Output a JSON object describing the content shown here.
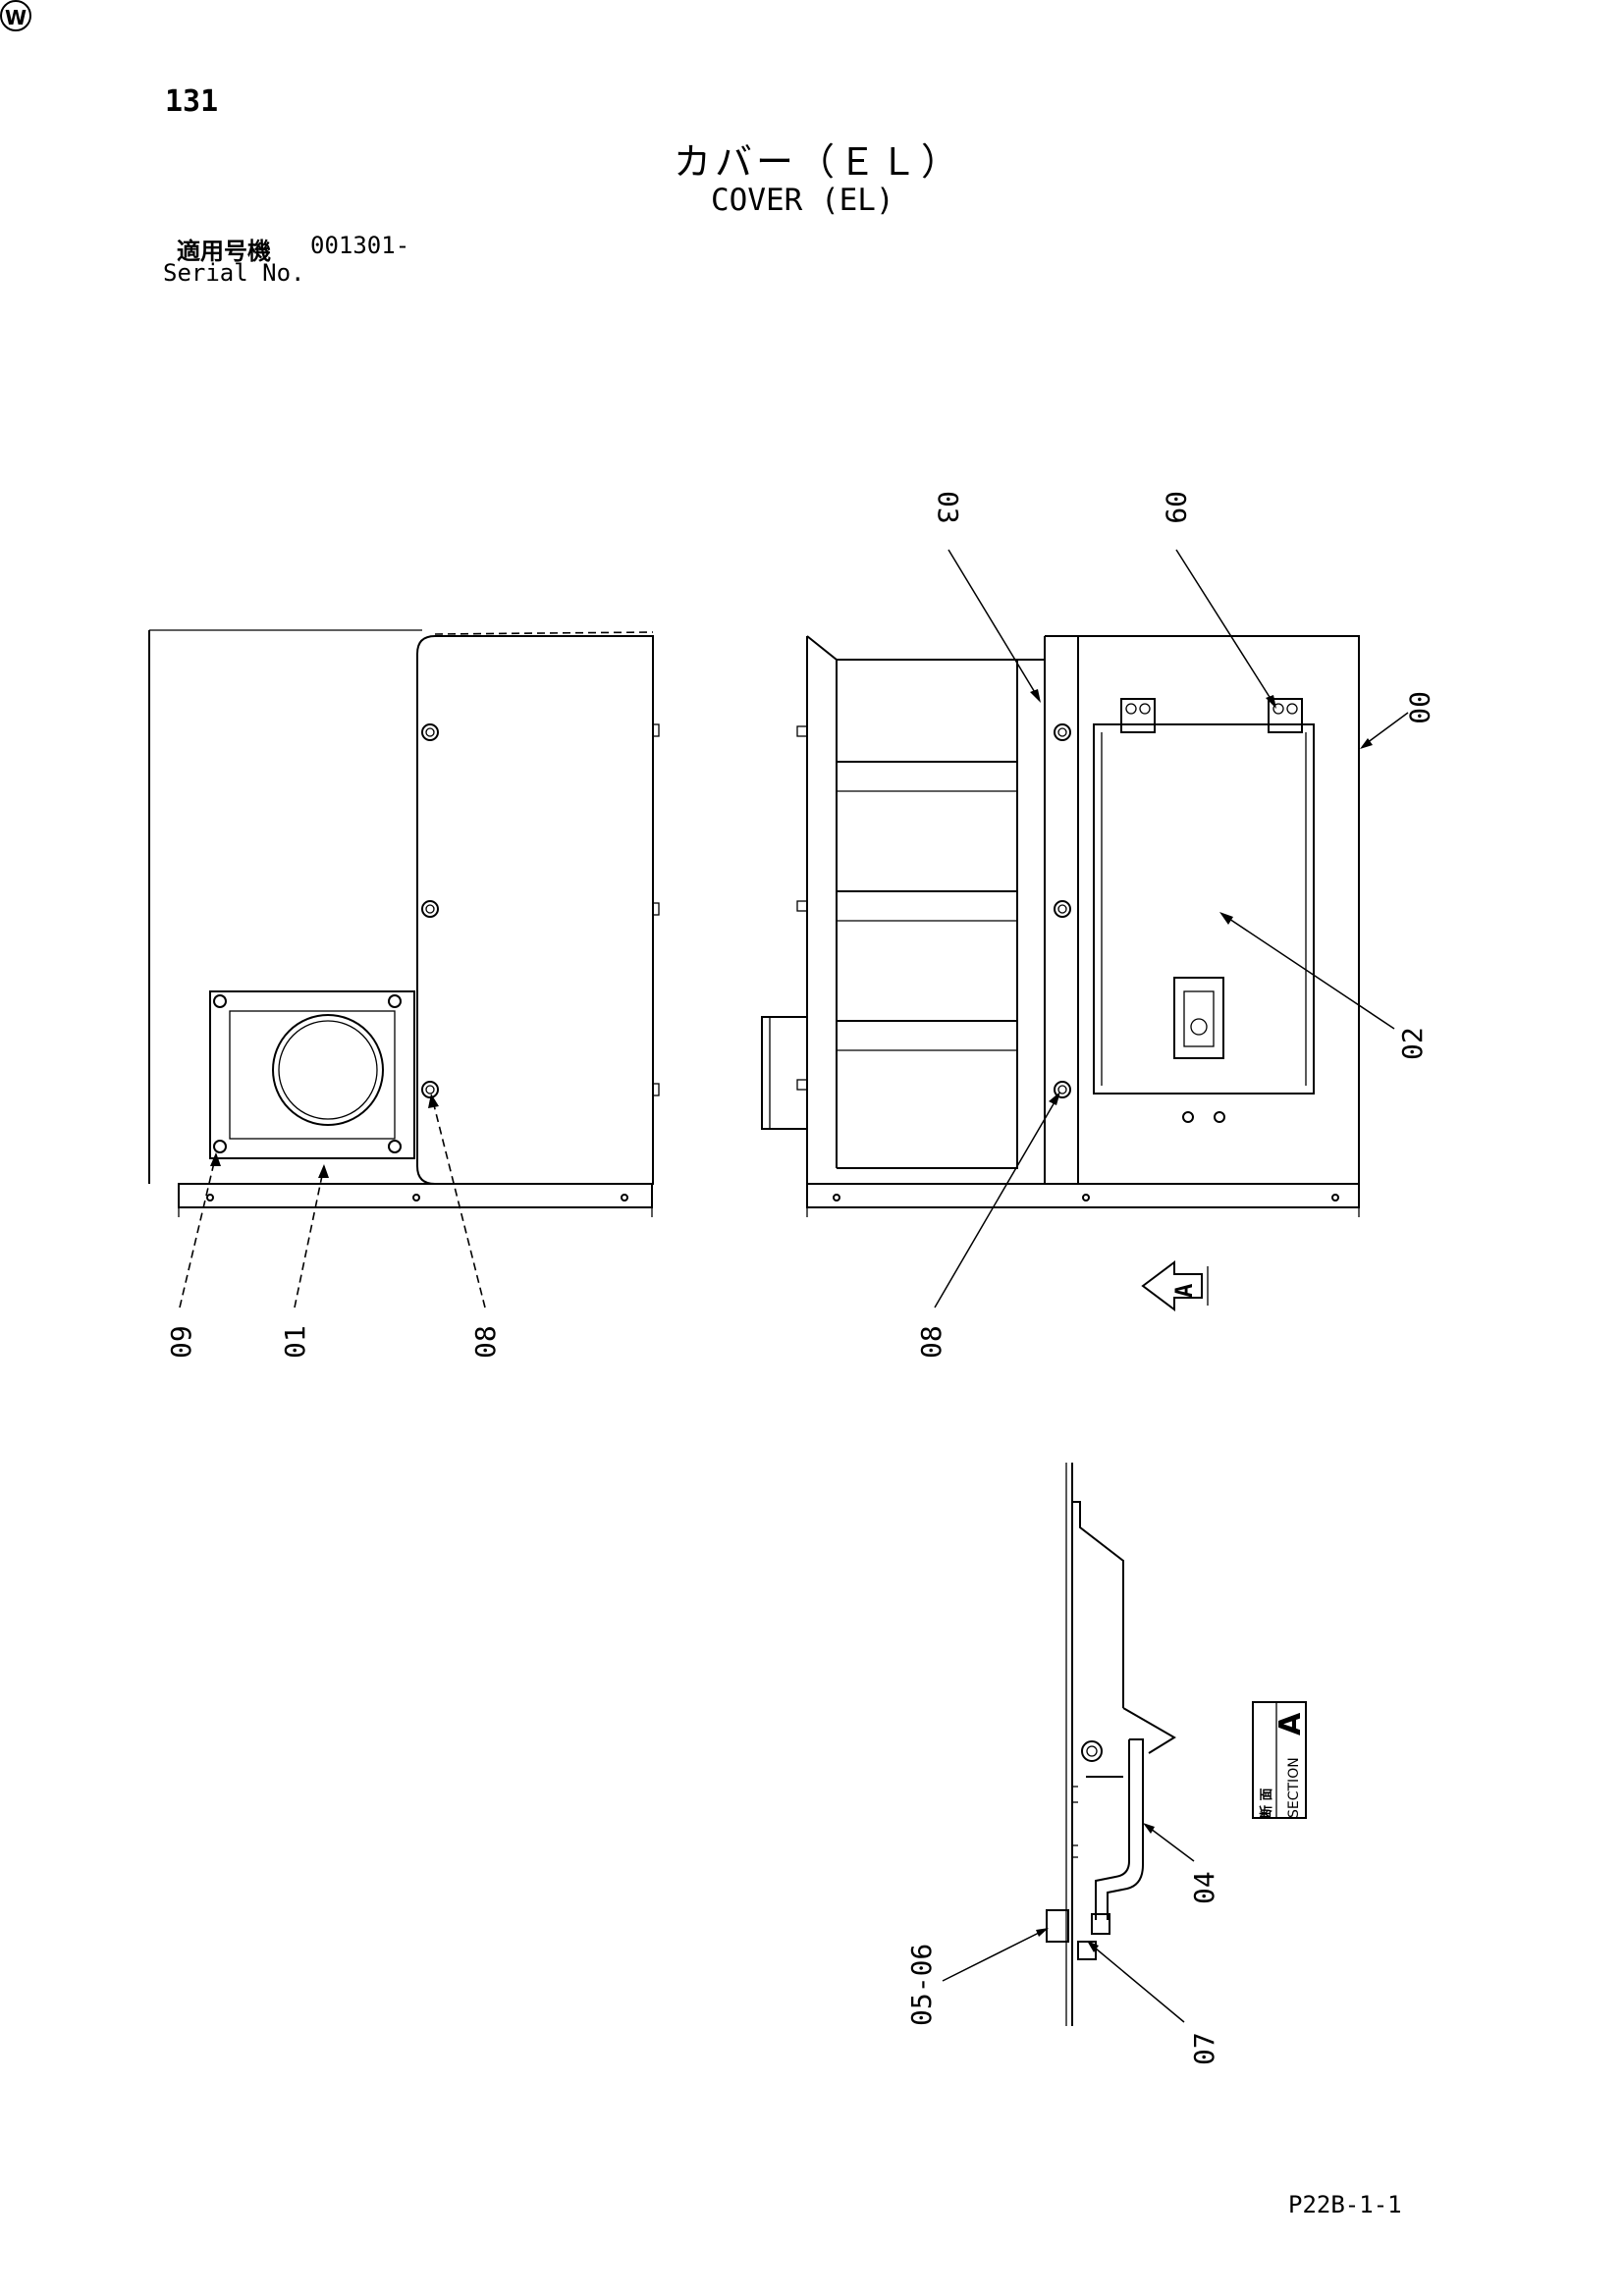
{
  "page": {
    "number": "131",
    "title_jp": "カバー（ＥＬ）",
    "title_en": "COVER (EL)",
    "serial_label_jp": "適用号機",
    "serial_value": "001301-",
    "serial_label_en": "Serial No.",
    "reference": "P22B-1-1",
    "mark": "W"
  },
  "callouts": {
    "left_09": "09",
    "left_01": "01",
    "left_08": "08",
    "right_03": "03",
    "right_09": "09",
    "right_00": "00",
    "right_02": "02",
    "right_08": "08",
    "view_arrow": "A",
    "section_04": "04",
    "section_0506": "05-06",
    "section_07": "07"
  },
  "section_box": {
    "jp": "断 面",
    "en": "SECTION",
    "letter": "A"
  }
}
